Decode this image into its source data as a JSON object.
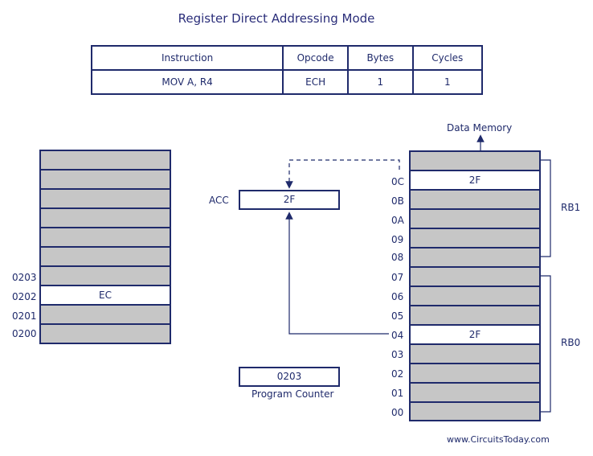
{
  "title": "Register Direct Addressing Mode",
  "instruction_table": {
    "headers": [
      "Instruction",
      "Opcode",
      "Bytes",
      "Cycles"
    ],
    "row": [
      "MOV A, R4",
      "ECH",
      "1",
      "1"
    ]
  },
  "program_memory": {
    "address_labels": [
      "0203",
      "0202",
      "0201",
      "0200"
    ],
    "highlighted_value": "EC"
  },
  "accumulator": {
    "label": "ACC",
    "value": "2F"
  },
  "program_counter": {
    "label": "Program Counter",
    "value": "0203"
  },
  "data_memory": {
    "label": "Data Memory",
    "addresses": [
      "0C",
      "0B",
      "0A",
      "09",
      "08",
      "07",
      "06",
      "05",
      "04",
      "03",
      "02",
      "01",
      "00"
    ],
    "value_0C": "2F",
    "value_04": "2F",
    "bank1_label": "RB1",
    "bank0_label": "RB0"
  },
  "footer": "www.CircuitsToday.com",
  "colors": {
    "line": "#1f2a6b",
    "cell_fill": "#c6c6c6",
    "highlight": "#ffffff"
  }
}
